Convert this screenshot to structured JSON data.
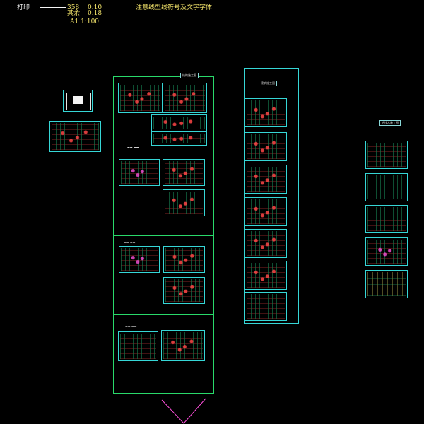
{
  "top": {
    "print_label": "打印",
    "value1": "358",
    "value2": "0.10",
    "remaining_label": "其余",
    "remaining_value": "0.18",
    "scale": "A1  1:100",
    "notice": "注意线型线符号及文字字体"
  },
  "labels": {
    "group1_title": "结构施工图",
    "group2_title": "建筑施工图",
    "group3_title": "给排水施工图"
  },
  "colors": {
    "background": "#000000",
    "frame_green": "#29d96a",
    "frame_cyan": "#36d6d6",
    "text_yellow": "#f2e36a",
    "text_white": "#f4f4f4",
    "accent_red": "#ff4646",
    "accent_magenta": "#ff50dc"
  }
}
